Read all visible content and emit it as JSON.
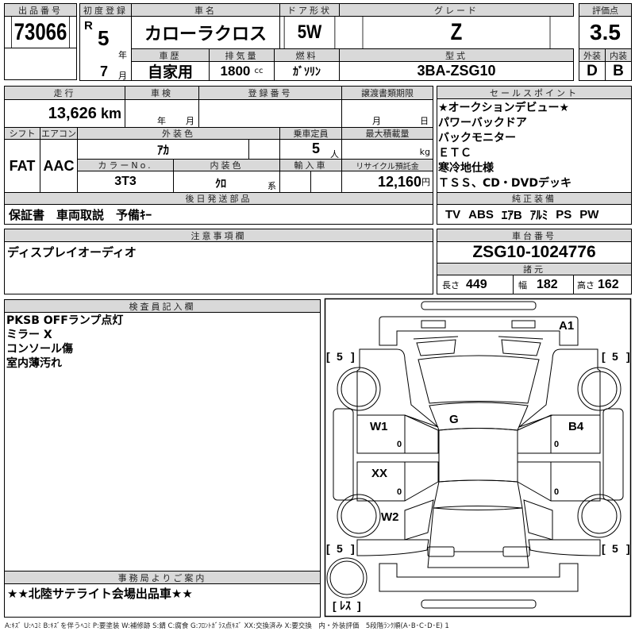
{
  "lot": {
    "label": "出品番号",
    "value": "73066"
  },
  "first_reg": {
    "label": "初度登録",
    "era": "R",
    "year": "5",
    "year_unit": "年",
    "month": "7",
    "month_unit": "月"
  },
  "car_name": {
    "label": "車名",
    "value": "カローラクロス"
  },
  "door": {
    "label": "ドア形状",
    "value": "5W"
  },
  "grade": {
    "label": "グレード",
    "value": "Z"
  },
  "history": {
    "label": "車歴",
    "value": "自家用"
  },
  "displacement": {
    "label": "排気量",
    "value": "1800",
    "unit": "cc"
  },
  "fuel": {
    "label": "燃料",
    "value": "ｶﾞｿﾘﾝ"
  },
  "model": {
    "label": "型式",
    "value": "3BA-ZSG10"
  },
  "score": {
    "label": "評価点",
    "value": "3.5",
    "exterior_label": "外装",
    "exterior": "D",
    "interior_label": "内装",
    "interior": "B"
  },
  "mileage": {
    "label": "走行",
    "value": "13,626",
    "unit": "km"
  },
  "inspection": {
    "label": "車検",
    "year_unit": "年",
    "month_unit": "月"
  },
  "registration": {
    "label": "登録番号"
  },
  "transfer": {
    "label": "譲渡書類期限",
    "month_unit": "月",
    "day_unit": "日"
  },
  "shift": {
    "label": "シフト",
    "value": "FAT"
  },
  "aircon": {
    "label": "エアコン",
    "value": "AAC"
  },
  "ext_color": {
    "label": "外装色",
    "value": "ｱｶ"
  },
  "capacity": {
    "label": "乗車定員",
    "value": "5",
    "unit": "人"
  },
  "max_load": {
    "label": "最大積載量",
    "unit": "kg"
  },
  "color_no": {
    "label": "カラーNo.",
    "value": "3T3"
  },
  "int_color": {
    "label": "内装色",
    "value": "ｸﾛ",
    "unit": "系"
  },
  "import": {
    "label": "輸入車"
  },
  "recycle": {
    "label": "リサイクル預託金",
    "value": "12,160",
    "unit": "円"
  },
  "later_parts": {
    "label": "後日発送部品",
    "value": "保証書　車両取説　予備ｷｰ"
  },
  "sales_points": {
    "label": "セールスポイント",
    "items": [
      "★オークションデビュー★",
      "パワーバックドア",
      "バックモニター",
      "ＥＴＣ",
      "寒冷地仕様",
      "ＴＳＳ、CD・DVDデッキ"
    ]
  },
  "equipment": {
    "label": "純正装備",
    "items": [
      "TV",
      "ABS",
      "ｴｱB",
      "ｱﾙﾐ",
      "PS",
      "PW"
    ]
  },
  "notes": {
    "label": "注意事項欄",
    "value": "ディスプレイオーディオ"
  },
  "chassis": {
    "label": "車台番号",
    "value": "ZSG10-1024776"
  },
  "specs": {
    "label": "諸元",
    "length_label": "長さ",
    "length": "449",
    "width_label": "幅",
    "width": "182",
    "height_label": "高さ",
    "height": "162"
  },
  "inspector": {
    "label": "検査員記入欄",
    "lines": [
      "PKSB OFFランプ点灯",
      "ミラー X",
      "コンソール傷",
      "室内薄汚れ"
    ]
  },
  "office": {
    "label": "事務局よりご案内",
    "value": "★★北陸サテライト会場出品車★★"
  },
  "diagram": {
    "marks": {
      "front_bumper": "A1",
      "windshield": "G",
      "left_front_door": "W1",
      "left_rear_door": "XX",
      "left_rear_fender": "W2",
      "right_front_door": "B4"
    },
    "tires": [
      "5",
      "5",
      "5",
      "5"
    ],
    "spare": "ﾚｽ",
    "zero": "0"
  },
  "legend": "A:ｷｽﾞ U:ﾍｺﾐ B:ｷｽﾞを伴うﾍｺﾐ P:要塗装 W:補修跡 S:錆 C:腐食 G:ﾌﾛﾝﾄｶﾞﾗｽ点ｷｽﾞ XX:交換済み X:要交換　内・外装評価　5段階ﾗﾝｸ順(A･B･C･D･E) 1"
}
